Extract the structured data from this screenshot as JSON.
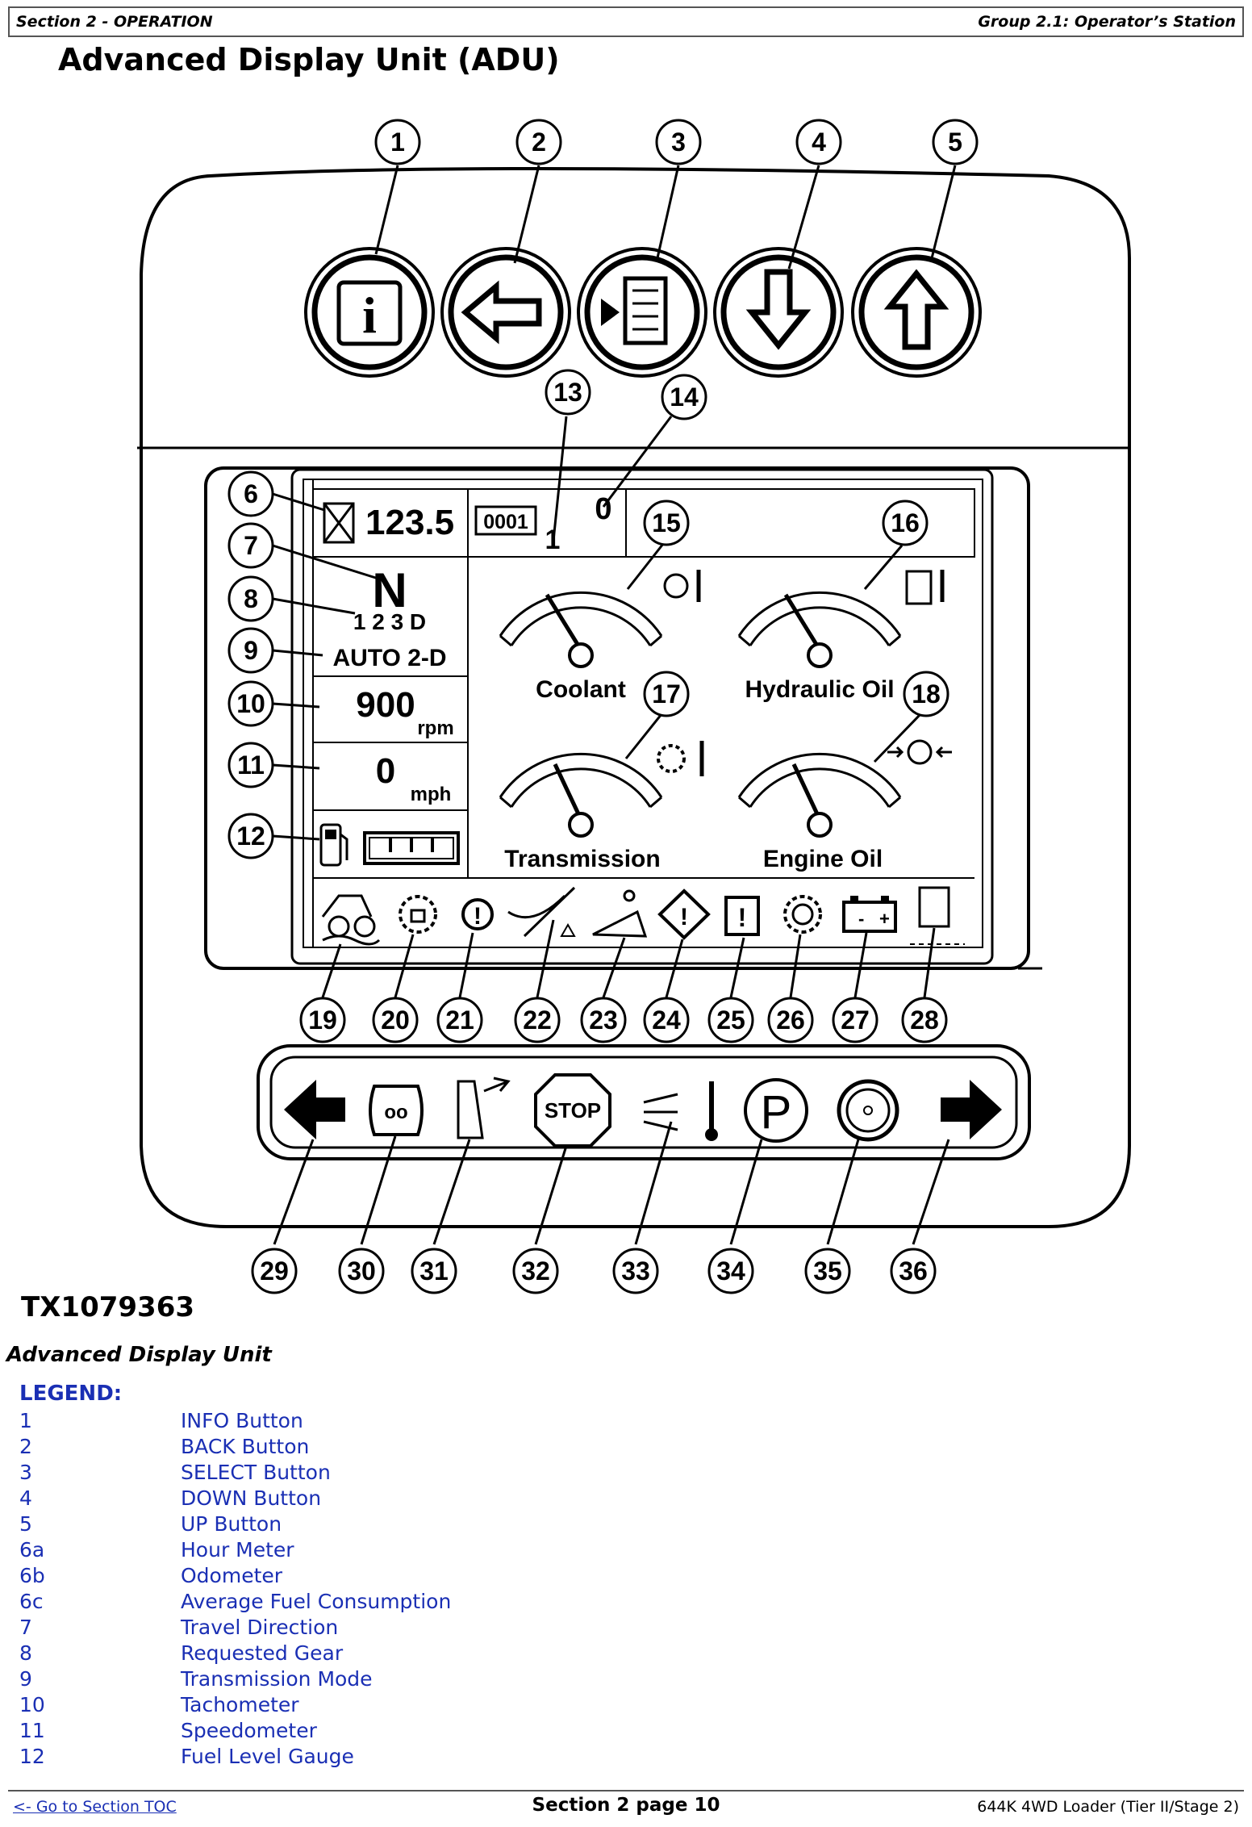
{
  "header": {
    "left": "Section 2 - OPERATION",
    "right": "Group 2.1: Operator’s Station"
  },
  "title": "Advanced Display Unit (ADU)",
  "figure": {
    "display": {
      "hour_meter": "123.5",
      "odometer_label": "0001",
      "odometer_digit": "1",
      "fuel_value": "0",
      "travel_direction": "N",
      "gears": "1 2 3 D",
      "trans_mode": "AUTO 2-D",
      "tach_value": "900",
      "tach_unit": "rpm",
      "speed_value": "0",
      "speed_unit": "mph",
      "gauges": [
        "Coolant",
        "Hydraulic Oil",
        "Transmission",
        "Engine Oil"
      ],
      "stop_label": "STOP",
      "park_label": "P"
    },
    "callouts": [
      "1",
      "2",
      "3",
      "4",
      "5",
      "6",
      "7",
      "8",
      "9",
      "10",
      "11",
      "12",
      "13",
      "14",
      "15",
      "16",
      "17",
      "18",
      "19",
      "20",
      "21",
      "22",
      "23",
      "24",
      "25",
      "26",
      "27",
      "28",
      "29",
      "30",
      "31",
      "32",
      "33",
      "34",
      "35",
      "36"
    ]
  },
  "figure_id": "TX1079363",
  "caption": "Advanced Display Unit",
  "legend": {
    "title": "LEGEND:",
    "items": [
      {
        "num": "1",
        "text": "INFO Button"
      },
      {
        "num": "2",
        "text": "BACK Button"
      },
      {
        "num": "3",
        "text": "SELECT Button"
      },
      {
        "num": "4",
        "text": "DOWN Button"
      },
      {
        "num": "5",
        "text": "UP Button"
      },
      {
        "num": "6a",
        "text": "Hour Meter"
      },
      {
        "num": "6b",
        "text": "Odometer"
      },
      {
        "num": "6c",
        "text": "Average Fuel Consumption"
      },
      {
        "num": "7",
        "text": "Travel Direction"
      },
      {
        "num": "8",
        "text": "Requested Gear"
      },
      {
        "num": "9",
        "text": "Transmission Mode"
      },
      {
        "num": "10",
        "text": "Tachometer"
      },
      {
        "num": "11",
        "text": "Speedometer"
      },
      {
        "num": "12",
        "text": "Fuel Level Gauge"
      }
    ]
  },
  "footer": {
    "left": "<- Go to Section TOC",
    "center": "Section 2 page 10",
    "right": "644K 4WD Loader (Tier II/Stage 2)"
  }
}
